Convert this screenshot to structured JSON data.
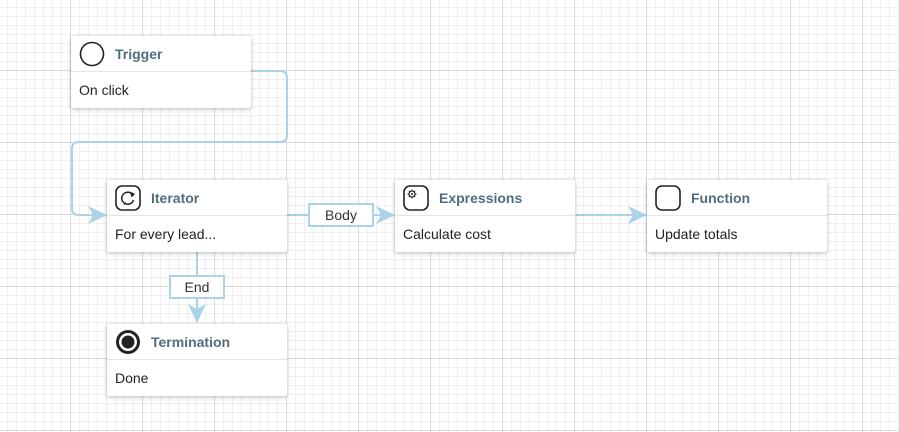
{
  "nodes": {
    "trigger": {
      "title": "Trigger",
      "body": "On click",
      "icon": "circle-icon"
    },
    "iterator": {
      "title": "Iterator",
      "body": "For every lead...",
      "icon": "loop-icon"
    },
    "expressions": {
      "title": "Expressions",
      "body": "Calculate cost",
      "icon": "gear-icon"
    },
    "function": {
      "title": "Function",
      "body": "Update totals",
      "icon": "rounded-square-icon"
    },
    "termination": {
      "title": "Termination",
      "body": "Done",
      "icon": "stop-circle-icon"
    }
  },
  "edges": {
    "body_label": "Body",
    "end_label": "End"
  },
  "colors": {
    "edge": "#a9d3e7",
    "title": "#4f6f80",
    "icon": "#222222",
    "grid": "#d9d9d9"
  }
}
